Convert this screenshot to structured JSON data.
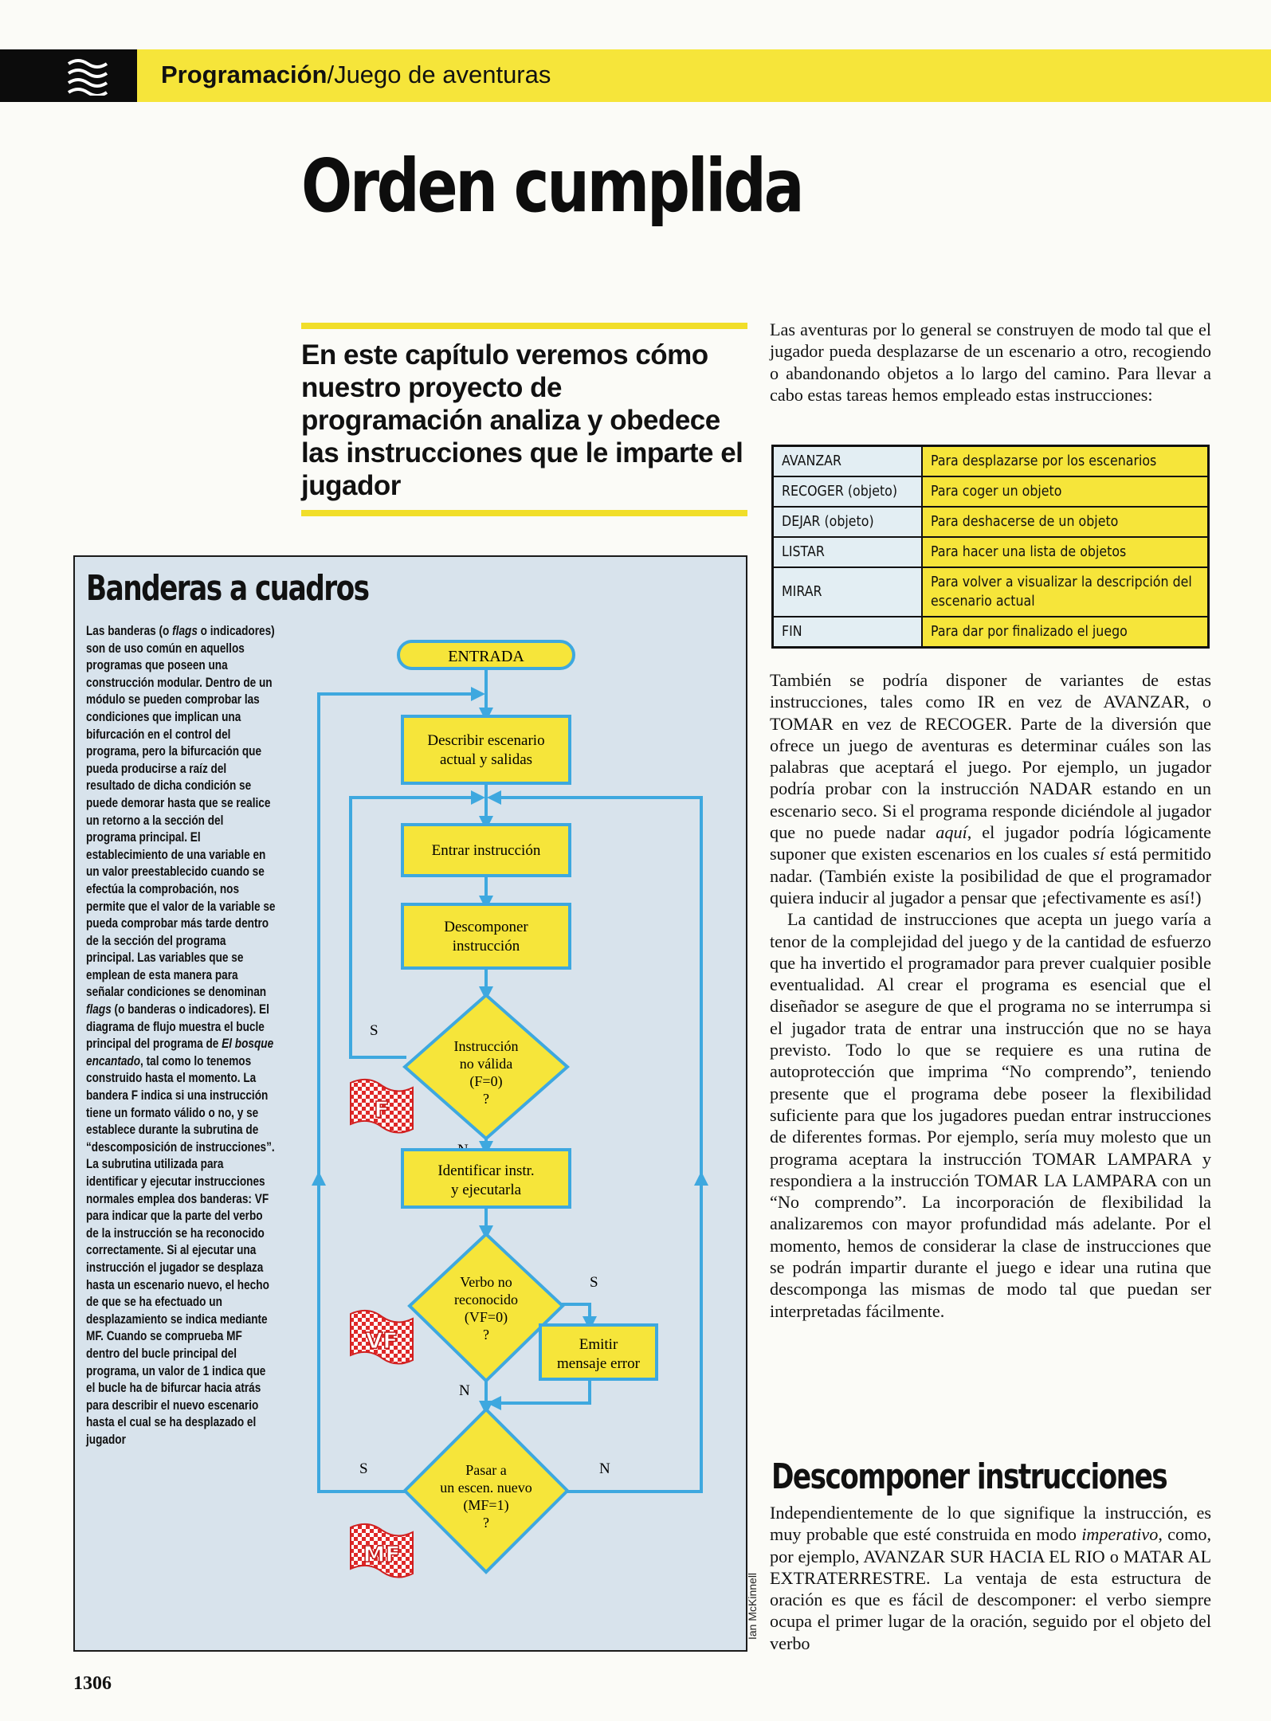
{
  "header": {
    "section_bold": "Programación",
    "section_rest": "/Juego de aventuras"
  },
  "title": "Orden cumplida",
  "intro": "En este capítulo veremos cómo nuestro proyecto de programación analiza y obedece las instrucciones que le imparte el jugador",
  "right": {
    "p1": "Las aventuras por lo general se construyen de modo tal que el jugador pueda desplazarse de un escenario a otro, recogiendo o abandonando objetos a lo largo del camino. Para llevar a cabo estas tareas hemos empleado estas instrucciones:",
    "table": [
      {
        "cmd": "AVANZAR",
        "desc": "Para desplazarse por los escenarios"
      },
      {
        "cmd": "RECOGER (objeto)",
        "desc": "Para coger un objeto"
      },
      {
        "cmd": "DEJAR (objeto)",
        "desc": "Para deshacerse de un objeto"
      },
      {
        "cmd": "LISTAR",
        "desc": "Para hacer una lista de objetos"
      },
      {
        "cmd": "MIRAR",
        "desc": "Para volver a visualizar la descripción del escenario actual"
      },
      {
        "cmd": "FIN",
        "desc": "Para dar por finalizado el juego"
      }
    ],
    "p2_a": "También se podría disponer de variantes de estas instrucciones, tales como IR en vez de AVANZAR, o TOMAR en vez de RECOGER. Parte de la diversión que ofrece un juego de aventuras es determinar cuáles son las palabras que aceptará el juego. Por ejemplo, un jugador podría probar con la instrucción NADAR estando en un escenario seco. Si el programa responde diciéndole al jugador que no puede nadar ",
    "p2_aqui": "aquí",
    "p2_b": ", el jugador podría lógicamente suponer que existen escenarios en los cuales ",
    "p2_si": "sí",
    "p2_c": " está permitido nadar. (También existe la posibilidad de que el programador quiera inducir al jugador a pensar que ¡efectivamente es así!)",
    "p3": "La cantidad de instrucciones que acepta un juego varía a tenor de la complejidad del juego y de la cantidad de esfuerzo que ha invertido el programador para prever cualquier posible eventualidad. Al crear el programa es esencial que el diseñador se asegure de que el programa no se interrumpa si el jugador trata de entrar una instrucción que no se haya previsto. Todo lo que se requiere es una rutina de autoprotección que imprima “No comprendo”, teniendo presente que el programa debe poseer la flexibilidad suficiente para que los jugadores puedan entrar instrucciones de diferentes formas. Por ejemplo, sería muy molesto que un programa aceptara la instrucción TOMAR LAMPARA y respondiera a la instrucción TOMAR LA LAMPARA con un “No comprendo”. La incorporación de flexibilidad la analizaremos con mayor profundidad más adelante. Por el momento, hemos de considerar la clase de instrucciones que se podrán impartir durante el juego e idear una rutina que descomponga las mismas de modo tal que puedan ser interpretadas fácilmente.",
    "sec2_title": "Descomponer instrucciones",
    "p4_a": "Independientemente de lo que signifique la instrucción, es muy probable que esté construida en modo ",
    "p4_imp": "imperativo",
    "p4_b": ", como, por ejemplo, AVANZAR SUR HACIA EL RIO o MATAR AL EXTRATERRESTRE. La ventaja de esta estructura de oración es que es fácil de descomponer: el verbo siempre ocupa el primer lugar de la oración, seguido por el objeto del verbo"
  },
  "credit": "Ian McKinnell",
  "box": {
    "title": "Banderas a cuadros",
    "t1": "Las banderas (o ",
    "t_flags": "flags",
    "t2": " o indicadores) son de uso común en aquellos programas que poseen una construcción modular. Dentro de un módulo se pueden comprobar las condiciones que implican una bifurcación en el control del programa, pero la bifurcación que pueda producirse a raíz del resultado de dicha condición se puede demorar hasta que se realice un retorno a la sección del programa principal. El establecimiento de una variable en un valor preestablecido cuando se efectúa la comprobación, nos permite que el valor de la variable se pueda comprobar más tarde dentro de la sección del programa principal. Las variables que se emplean de esta manera para señalar condiciones se denominan ",
    "t_flags2": "flags",
    "t3": " (o banderas o indicadores). El diagrama de flujo muestra el bucle principal del programa de ",
    "t_bosque": "El bosque encantado",
    "t4": ", tal como lo tenemos construido hasta el momento. La bandera F indica si una instrucción tiene un formato válido o no, y se establece durante la subrutina de “descomposición de instrucciones”. La subrutina utilizada para identificar y ejecutar instrucciones normales emplea dos banderas: VF para indicar que la parte del verbo de la instrucción se ha reconocido correctamente. Si al ejecutar una instrucción el jugador se desplaza hasta un escenario nuevo, el hecho de que se ha efectuado un desplazamiento se indica mediante MF. Cuando se comprueba MF dentro del bucle principal del programa, un valor de 1 indica que el bucle ha de bifurcar hacia atrás para describir el nuevo escenario hasta el cual se ha desplazado el jugador"
  },
  "flow": {
    "entrada": "ENTRADA",
    "describir_1": "Describir escenario",
    "describir_2": "actual y salidas",
    "entrar": "Entrar instrucción",
    "descomp_1": "Descomponer",
    "descomp_2": "instrucción",
    "d1_1": "Instrucción",
    "d1_2": "no válida",
    "d1_3": "(F=0)",
    "d1_4": "?",
    "ident_1": "Identificar instr.",
    "ident_2": "y ejecutarla",
    "d2_1": "Verbo no",
    "d2_2": "reconocido",
    "d2_3": "(VF=0)",
    "d2_4": "?",
    "emitir_1": "Emitir",
    "emitir_2": "mensaje error",
    "d3_1": "Pasar a",
    "d3_2": "un escen. nuevo",
    "d3_3": "(MF=1)",
    "d3_4": "?",
    "s": "S",
    "n": "N",
    "flag_f": "F",
    "flag_vf": "VF",
    "flag_mf": "MF",
    "line_color": "#3ea8df",
    "box_color": "#f6e53a"
  },
  "page_number": "1306"
}
